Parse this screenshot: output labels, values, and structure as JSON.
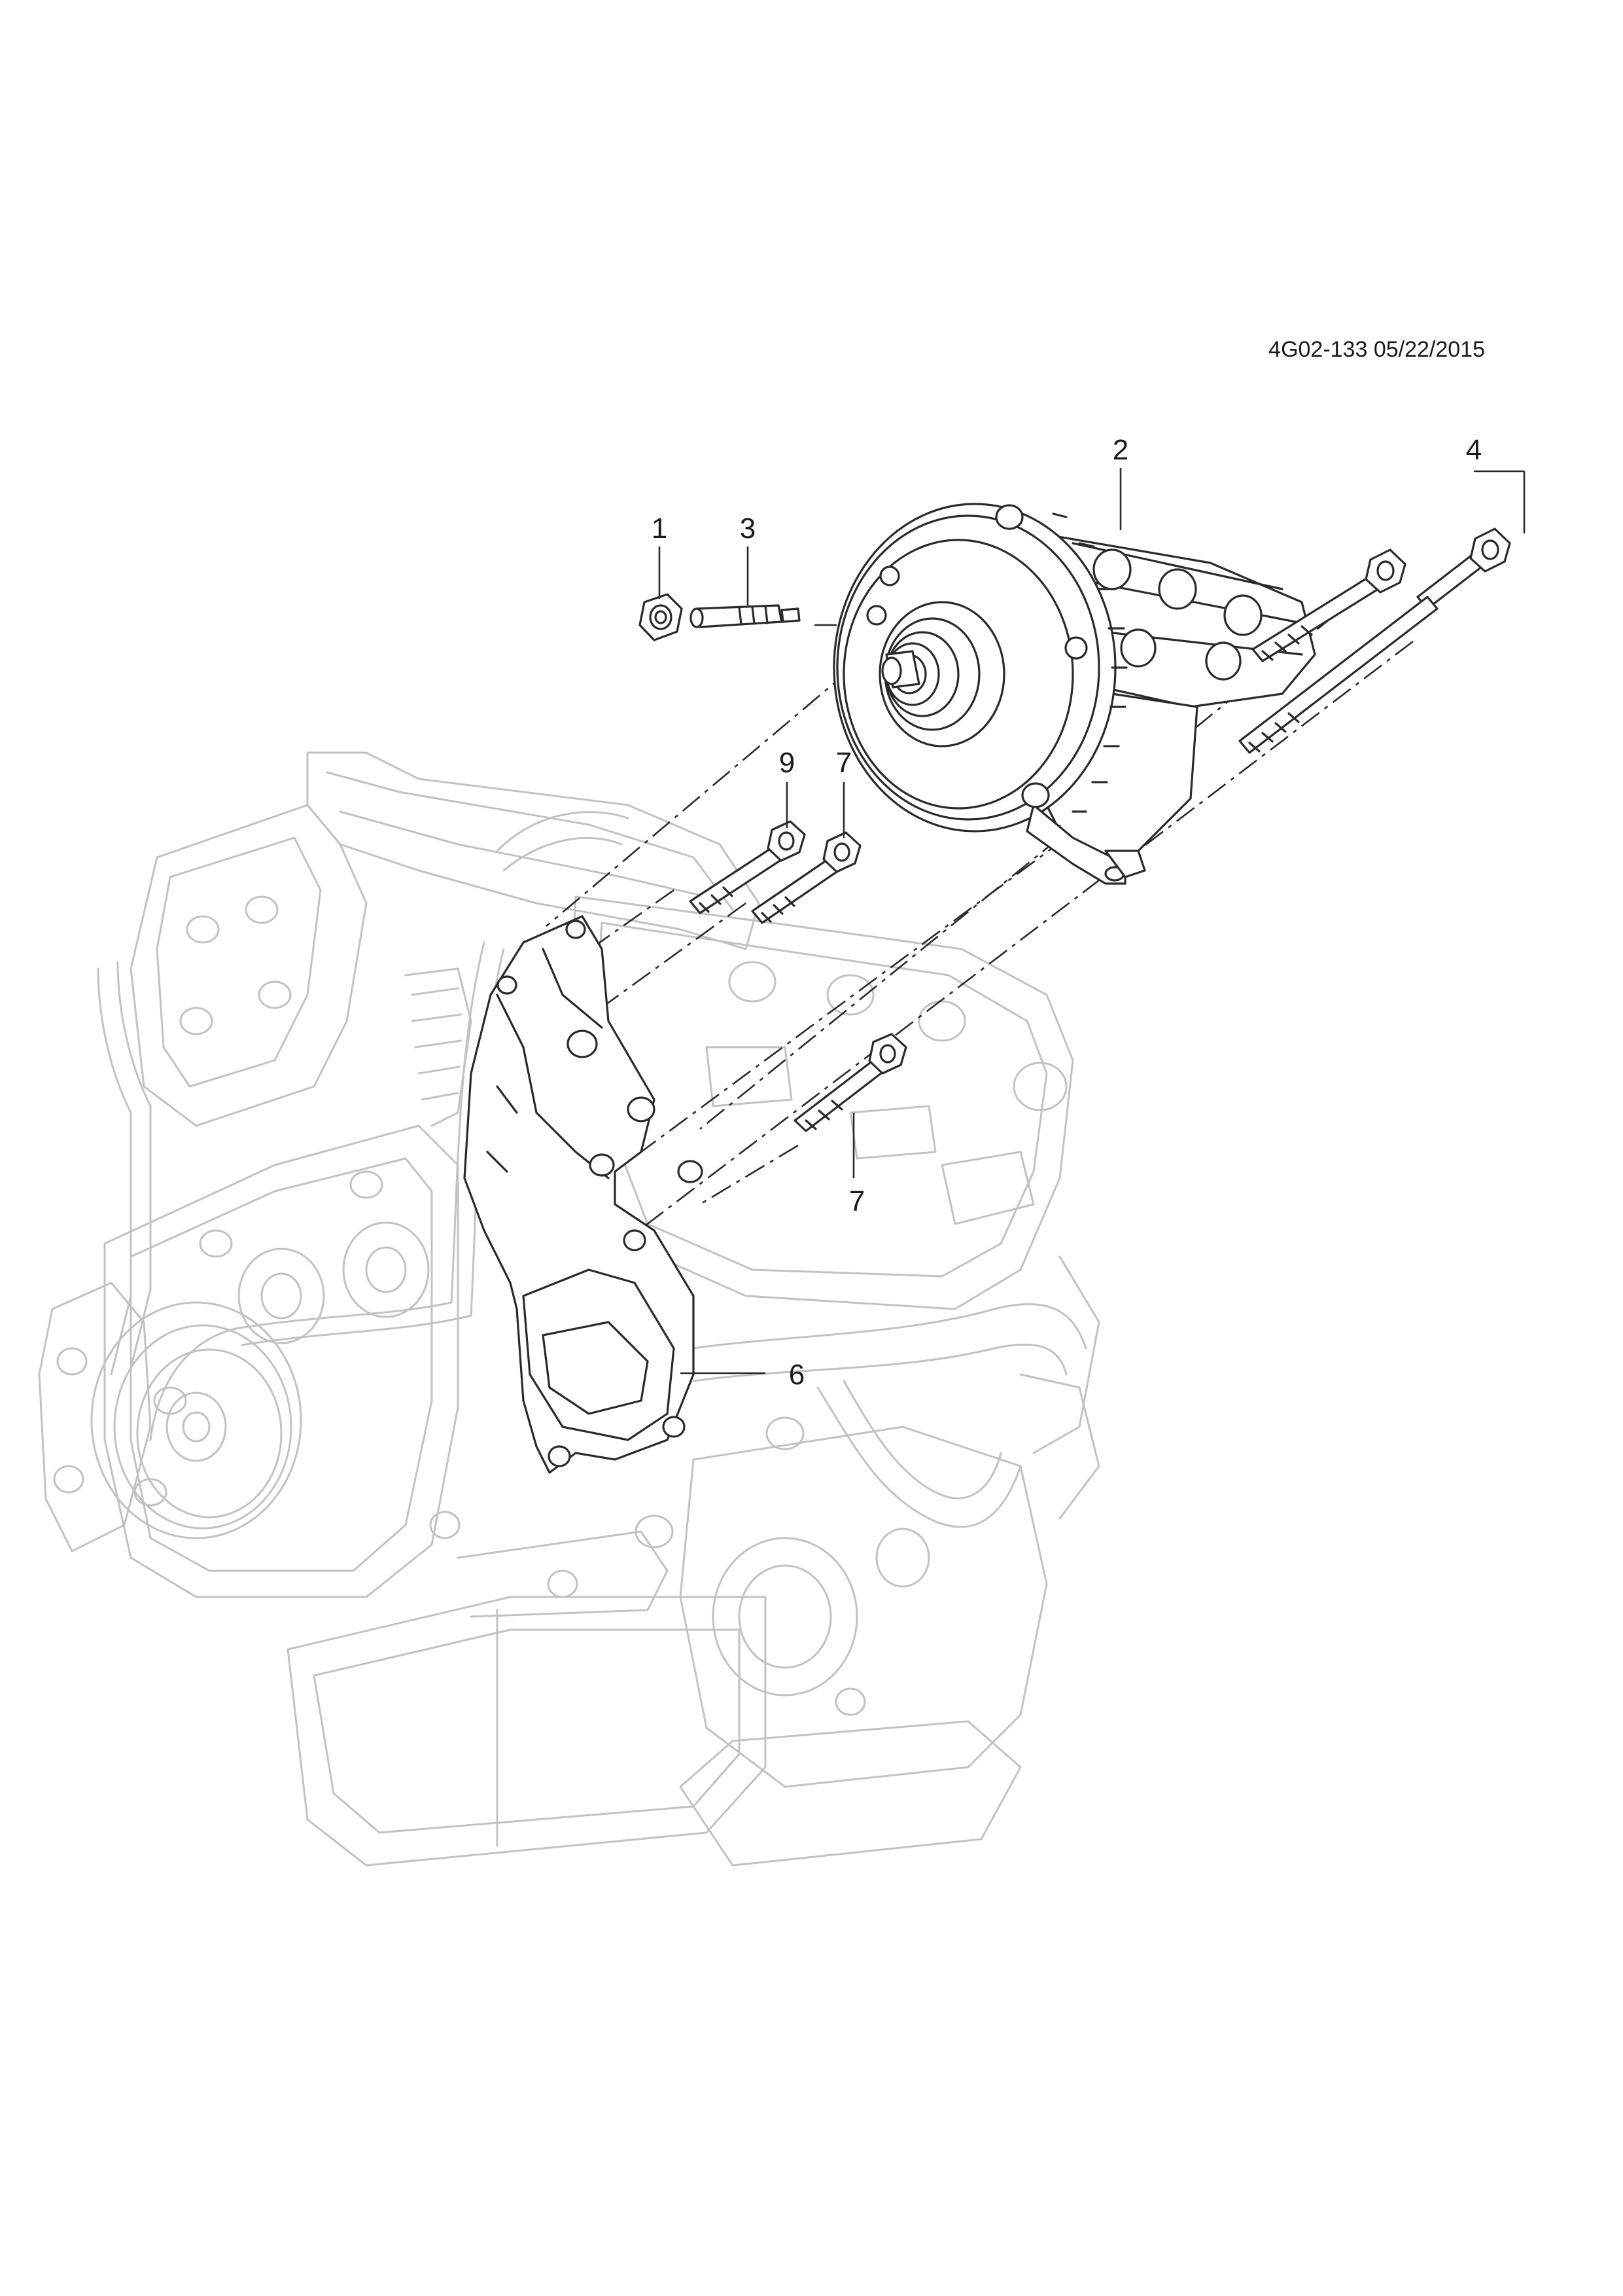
{
  "diagram": {
    "reference": "4G02-133 05/22/2015",
    "callouts": {
      "c1": "1",
      "c2": "2",
      "c3": "3",
      "c4": "4",
      "c6": "6",
      "c7a": "7",
      "c7b": "7",
      "c9": "9"
    }
  }
}
